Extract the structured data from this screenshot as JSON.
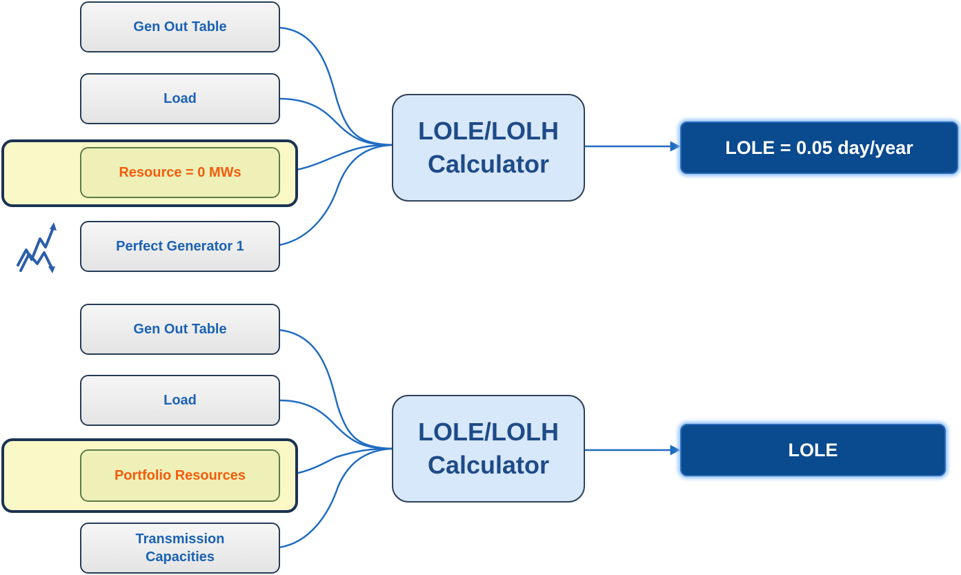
{
  "top_group": {
    "inputs": [
      "Gen Out Table",
      "Load",
      "Resource = 0 MWs",
      "Perfect Generator 1"
    ],
    "calculator": {
      "line1": "LOLE/LOLH",
      "line2": "Calculator"
    },
    "output": "LOLE = 0.05 day/year"
  },
  "bottom_group": {
    "inputs": [
      "Gen Out Table",
      "Load",
      "Portfolio Resources",
      "Transmission Capacities"
    ],
    "calculator": {
      "line1": "LOLE/LOLH",
      "line2": "Calculator"
    },
    "output": "LOLE"
  },
  "colors": {
    "connector": "#1f6bc0",
    "input_text": "#1a62b4",
    "highlight_text": "#f25c0c",
    "calculator_fill": "#d8e8fb",
    "output_fill": "#0a4a8e",
    "highlight_band": "#fbf8c8"
  },
  "icons": {
    "trend_icon": "line-chart-icon"
  }
}
